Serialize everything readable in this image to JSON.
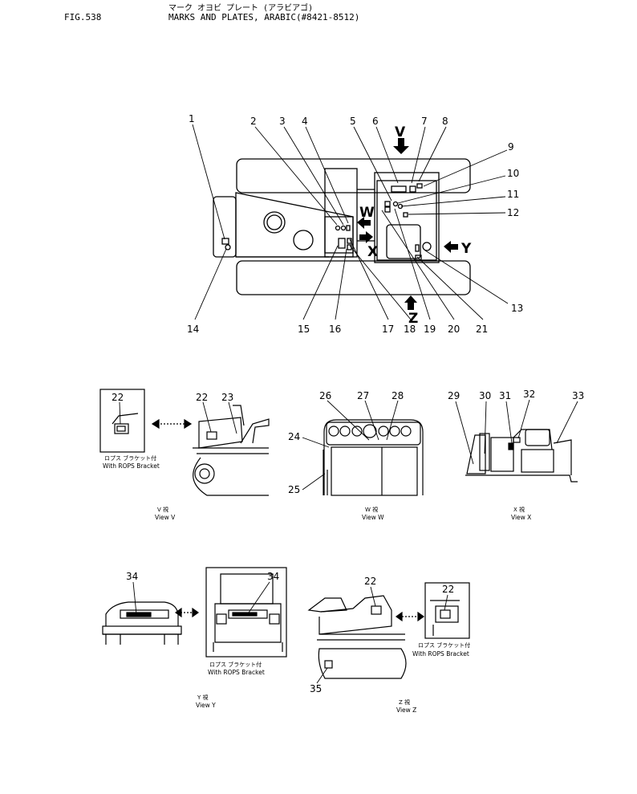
{
  "header": {
    "fig": "FIG.538",
    "title_jp": "マーク オヨビ プレート (アラビアゴ)",
    "title_en": "MARKS AND PLATES, ARABIC(#8421-8512)"
  },
  "top_view": {
    "arrow_labels": [
      "V",
      "W",
      "X",
      "Y",
      "Z"
    ],
    "callouts": [
      "1",
      "2",
      "3",
      "4",
      "5",
      "6",
      "7",
      "8",
      "9",
      "10",
      "11",
      "12",
      "13",
      "14",
      "15",
      "16",
      "17",
      "18",
      "19",
      "20",
      "21"
    ]
  },
  "view_v": {
    "callouts": [
      "22",
      "22",
      "23"
    ],
    "bracket_jp": "ロプス ブラケット付",
    "bracket_en": "With ROPS Bracket",
    "view_jp": "V 視",
    "view_en": "View V"
  },
  "view_w": {
    "callouts": [
      "24",
      "25",
      "26",
      "27",
      "28"
    ],
    "view_jp": "W 視",
    "view_en": "View W"
  },
  "view_x": {
    "callouts": [
      "29",
      "30",
      "31",
      "32",
      "33"
    ],
    "view_jp": "X 視",
    "view_en": "View X"
  },
  "view_y": {
    "callouts": [
      "34",
      "34"
    ],
    "bracket_jp": "ロプス ブラケット付",
    "bracket_en": "With ROPS Bracket",
    "view_jp": "Y 視",
    "view_en": "View Y"
  },
  "view_z": {
    "callouts": [
      "22",
      "22",
      "35"
    ],
    "bracket_jp": "ロプス ブラケット付",
    "bracket_en": "With ROPS Bracket",
    "view_jp": "Z 視",
    "view_en": "View Z"
  }
}
